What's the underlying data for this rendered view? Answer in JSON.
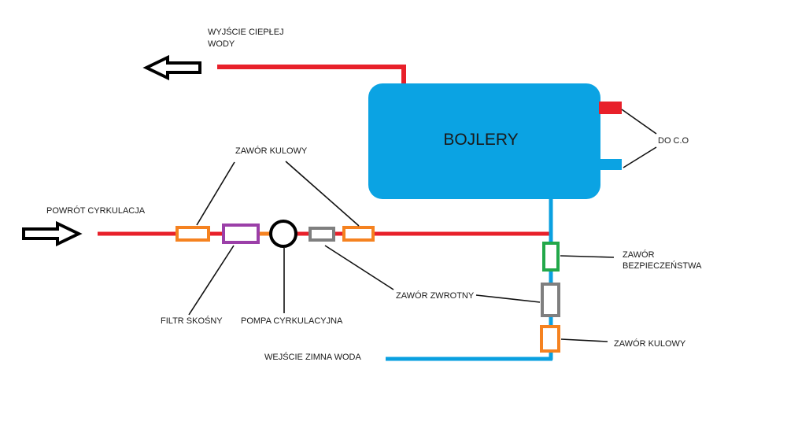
{
  "colors": {
    "hot": "#e8202a",
    "cold": "#0aa0e0",
    "boiler": "#0ba3e3",
    "ball_valve": "#f58220",
    "filter": "#9b3fa8",
    "check_valve": "#7f7f7f",
    "safety_valve": "#22a84a",
    "leader": "#111111"
  },
  "boiler": {
    "label": "BOJLERY"
  },
  "labels": {
    "hot_out_line1": "WYJŚCIE CIEPŁEJ",
    "hot_out_line2": "WODY",
    "do_co": "DO C.O",
    "return_circ": "POWRÓT CYRKULACJA",
    "ball_valve_top": "ZAWÓR KULOWY",
    "filter": "FILTR SKOŚNY",
    "pump": "POMPA CYRKULACYJNA",
    "check_valve": "ZAWÓR ZWROTNY",
    "safety_line1": "ZAWÓR",
    "safety_line2": "BEZPIECZEŃSTWA",
    "ball_valve_bottom": "ZAWÓR KULOWY",
    "cold_in": "WEJŚCIE ZIMNA WODA"
  },
  "icons": {
    "out_arrow": "arrow-left-outline-icon",
    "in_arrow": "arrow-right-outline-icon"
  }
}
